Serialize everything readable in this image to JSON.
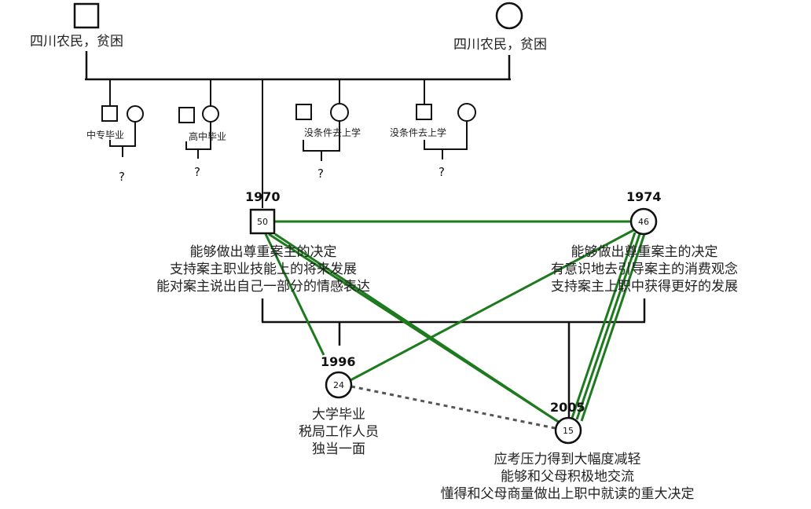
{
  "grandparents": {
    "father_label": "四川农民，贫困",
    "mother_label": "四川农民，贫困"
  },
  "siblings": [
    {
      "label": "中专毕业",
      "child": "?"
    },
    {
      "label": "高中毕业",
      "child": "?"
    },
    {
      "label": "没条件去上学",
      "child": "?"
    },
    {
      "label": "没条件去上学",
      "child": "?"
    }
  ],
  "father": {
    "year": "1970",
    "age": "50",
    "notes": [
      "能够做出尊重案主的决定",
      "支持案主职业技能上的将来发展",
      "能对案主说出自己一部分的情感表达"
    ]
  },
  "mother": {
    "year": "1974",
    "age": "46",
    "notes": [
      "能够做出尊重案主的决定",
      "有意识地去引导案主的消费观念",
      "支持案主上职中获得更好的发展"
    ]
  },
  "child1": {
    "year": "1996",
    "age": "24",
    "notes": [
      "大学毕业",
      "税局工作人员",
      "独当一面"
    ]
  },
  "child2": {
    "year": "2005",
    "age": "15",
    "notes": [
      "应考压力得到大幅度减轻",
      "能够和父母积极地交流",
      "懂得和父母商量做出上职中就读的重大决定"
    ]
  },
  "colors": {
    "line": "#111111",
    "relationship": "#1e7a1e",
    "distant": "#555555"
  }
}
